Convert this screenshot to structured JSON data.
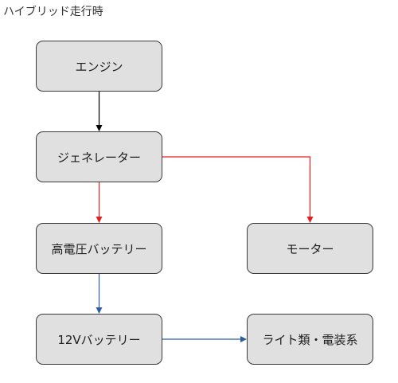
{
  "diagram": {
    "title": "ハイブリッド走行時",
    "nodes": [
      {
        "id": "engine",
        "label": "エンジン"
      },
      {
        "id": "generator",
        "label": "ジェネレーター"
      },
      {
        "id": "hv_battery",
        "label": "高電圧バッテリー"
      },
      {
        "id": "motor",
        "label": "モーター"
      },
      {
        "id": "battery_12v",
        "label": "12Vバッテリー"
      },
      {
        "id": "lights",
        "label": "ライト類・電装系"
      }
    ],
    "edges": [
      {
        "from": "engine",
        "to": "generator",
        "color": "#000000"
      },
      {
        "from": "generator",
        "to": "hv_battery",
        "color": "#e02020"
      },
      {
        "from": "generator",
        "to": "motor",
        "color": "#e02020"
      },
      {
        "from": "hv_battery",
        "to": "battery_12v",
        "color": "#2d5f9e"
      },
      {
        "from": "battery_12v",
        "to": "lights",
        "color": "#2d5f9e"
      }
    ]
  }
}
